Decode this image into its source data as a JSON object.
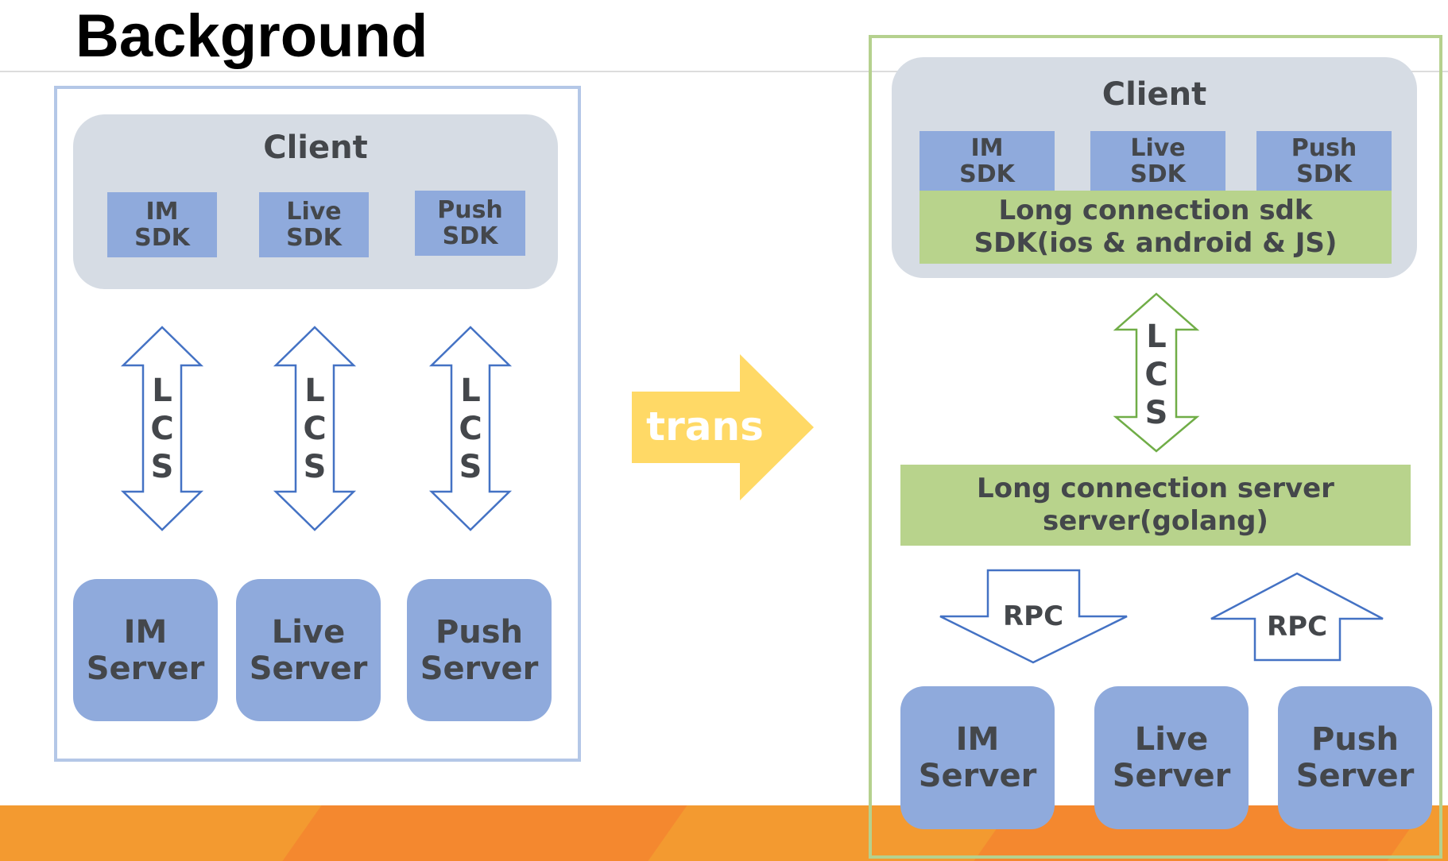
{
  "page": {
    "title": "Background"
  },
  "left": {
    "client": {
      "title": "Client",
      "sdks": [
        "IM\nSDK",
        "Live\nSDK",
        "Push\nSDK"
      ]
    },
    "lcs_label": "L\nC\nS",
    "servers": [
      "IM\nServer",
      "Live\nServer",
      "Push\nServer"
    ]
  },
  "transition": {
    "label": "trans"
  },
  "right": {
    "client": {
      "title": "Client",
      "sdks": [
        "IM\nSDK",
        "Live\nSDK",
        "Push\nSDK"
      ],
      "long_sdk_line1": "Long connection sdk",
      "long_sdk_line2": "SDK(ios & android & JS)"
    },
    "lcs_label": "L\nC\nS",
    "long_server_line1": "Long connection server",
    "long_server_line2": "server(golang)",
    "rpc_down": "RPC",
    "rpc_up": "RPC",
    "servers": [
      "IM\nServer",
      "Live\nServer",
      "Push\nServer"
    ]
  },
  "colors": {
    "sdk_blue": "#8faadc",
    "client_gray": "#d6dce4",
    "long_conn_green": "#b8d38c",
    "trans_yellow": "#ffd966",
    "footer_orange": "#f39a30",
    "arrow_blue": "#4472c4",
    "arrow_green": "#70ad47"
  }
}
